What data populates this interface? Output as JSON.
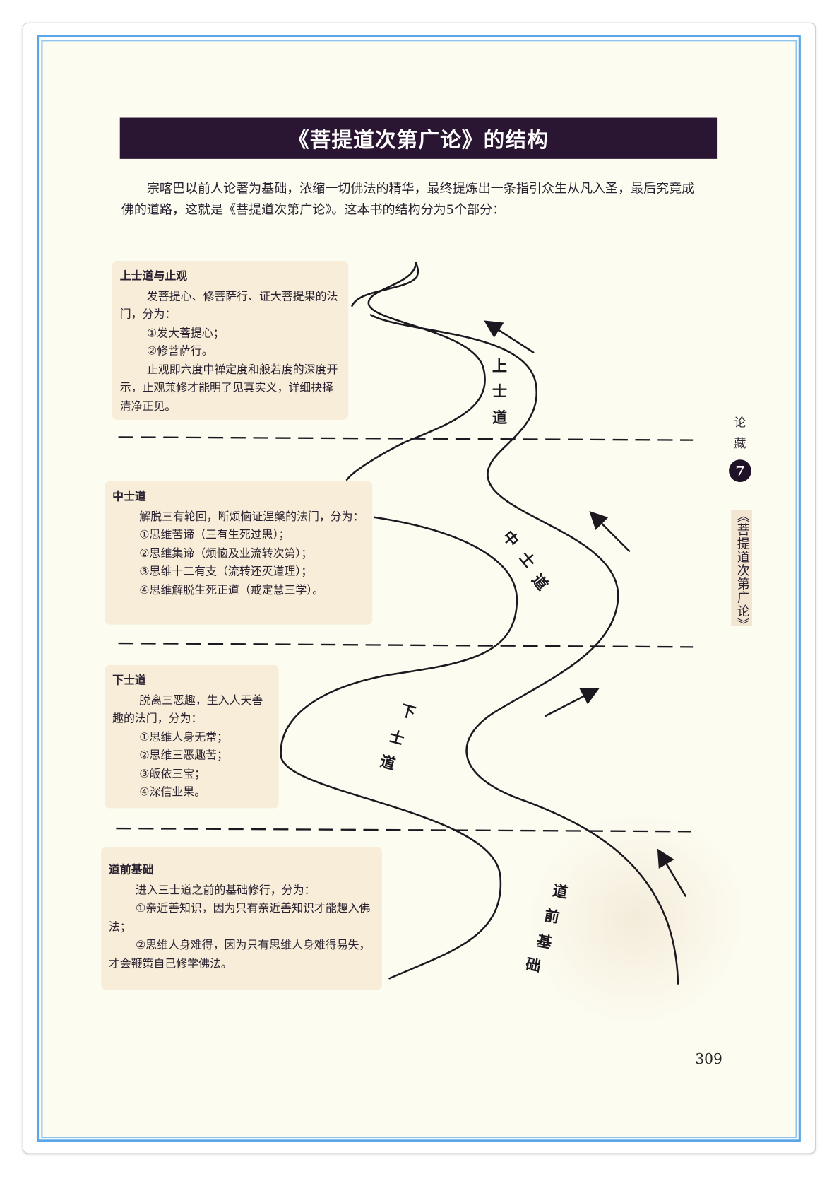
{
  "page": {
    "title": "《菩提道次第广论》的结构",
    "intro": "宗喀巴以前人论著为基础，浓缩一切佛法的精华，最终提炼出一条指引众生从凡入圣，最后究竟成佛的道路，这就是《菩提道次第广论》。这本书的结构分为5个部分：",
    "page_number": "309"
  },
  "sidebar": {
    "series_1": "论",
    "series_2": "藏",
    "volume": "7",
    "book_title": "《菩提道次第广论》"
  },
  "sections": [
    {
      "heading": "上士道与止观",
      "lines": [
        "发菩提心、修菩萨行、证大菩提果的法门，分为：",
        "①发大菩提心；",
        "②修菩萨行。",
        "止观即六度中禅定度和般若度的深度开示，止观兼修才能明了见真实义，详细抉择清净正见。"
      ]
    },
    {
      "heading": "中士道",
      "lines": [
        "解脱三有轮回，断烦恼证涅槃的法门，分为：",
        "①思维苦谛（三有生死过患）；",
        "②思维集谛（烦恼及业流转次第）；",
        "③思维十二有支（流转还灭道理）；",
        "④思维解脱生死正道（戒定慧三学）。"
      ]
    },
    {
      "heading": "下士道",
      "lines": [
        "脱离三恶趣，生入人天善趣的法门，分为：",
        "①思维人身无常；",
        "②思维三恶趣苦；",
        "③皈依三宝；",
        "④深信业果。"
      ]
    },
    {
      "heading": "道前基础",
      "lines": [
        "进入三士道之前的基础修行，分为：",
        "①亲近善知识，因为只有亲近善知识才能趣入佛法；",
        "②思维人身难得，因为只有思维人身难得易失，才会鞭策自己修学佛法。"
      ]
    }
  ],
  "path_labels": {
    "upper": [
      "上",
      "士",
      "道"
    ],
    "middle": [
      "中",
      "士",
      "道"
    ],
    "lower": [
      "下",
      "士",
      "道"
    ],
    "foundation": [
      "道",
      "前",
      "基",
      "础"
    ]
  },
  "colors": {
    "title_bg": "#2a1632",
    "box_bg": "#f7edd9",
    "frame": "#5aa6e6",
    "paper": "#fdfcf1"
  }
}
